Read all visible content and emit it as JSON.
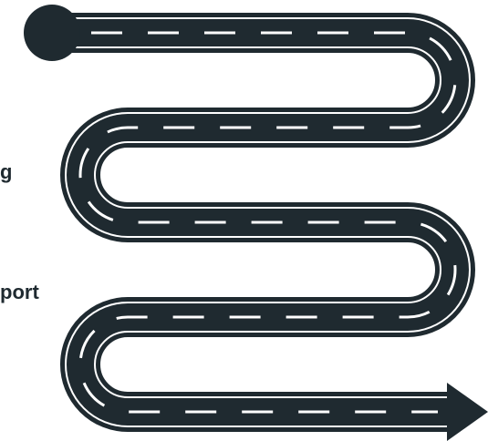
{
  "diagram": {
    "type": "winding-road-roadmap",
    "road_color": "#1f2a30",
    "marking_color": "#ffffff",
    "text_color": "#1f2a30",
    "start_marker": "circle-node",
    "end_marker": "arrow-head",
    "visible_text_fragments": [
      {
        "text": "g"
      },
      {
        "text": "port"
      }
    ]
  }
}
